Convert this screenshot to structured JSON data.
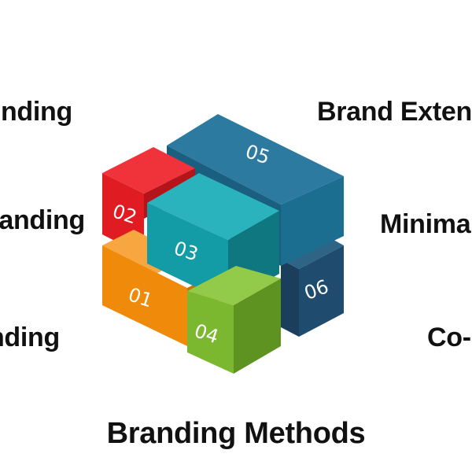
{
  "labels": {
    "left": [
      "nding",
      "anding",
      "nding"
    ],
    "right": [
      "Brand Exten",
      "Minima",
      "Co-"
    ]
  },
  "title": "Branding Methods",
  "blocks": [
    {
      "id": "01",
      "label": "01",
      "color": "#F08A0B"
    },
    {
      "id": "02",
      "label": "02",
      "color": "#E11B22"
    },
    {
      "id": "03",
      "label": "03",
      "color": "#139BA6"
    },
    {
      "id": "04",
      "label": "04",
      "color": "#7CB82F"
    },
    {
      "id": "05",
      "label": "05",
      "color": "#1C6E91"
    },
    {
      "id": "06",
      "label": "06",
      "color": "#1F4B6E"
    }
  ]
}
